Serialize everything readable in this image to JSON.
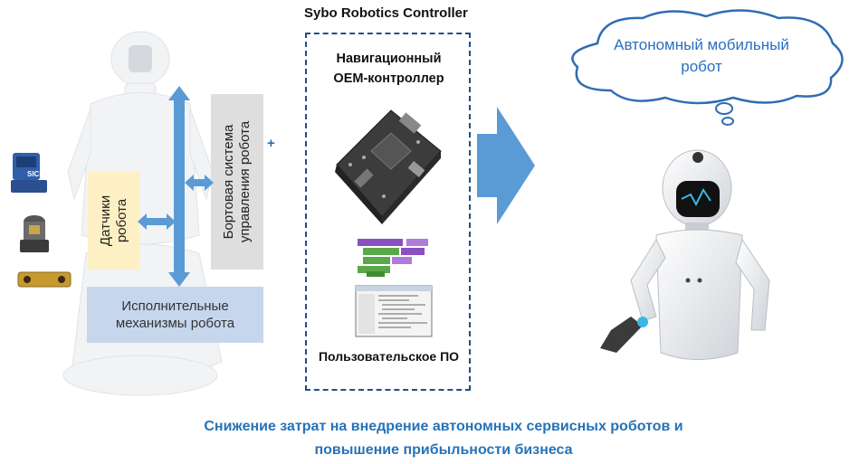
{
  "controller": {
    "title": "Sybo Robotics Controller",
    "nav_line1": "Навигационный",
    "nav_line2": "OEM-контроллер",
    "user_software": "Пользовательское ПО"
  },
  "left": {
    "sensors_line1": "Датчики",
    "sensors_line2": "робота",
    "onboard_line1": "Бортовая система",
    "onboard_line2": "управления робота",
    "actuators_line1": "Исполнительные",
    "actuators_line2": "механизмы робота",
    "plus": "+",
    "sensor_brand": "SICK"
  },
  "cloud": {
    "line1": "Автономный  мобильный",
    "line2": "робот"
  },
  "bottom": {
    "line1": "Снижение затрат на внедрение автономных  сервисных роботов и",
    "line2": "повышение прибыльности бизнеса"
  },
  "colors": {
    "accent_blue": "#5b9bd5",
    "text_blue": "#2673b8",
    "dashed_border": "#1f4f8a",
    "sensors_box": "#fdf0c4",
    "onboard_box": "#dedede",
    "actuators_box": "#c6d6ec"
  },
  "icons": [
    "robot-illustration",
    "lidar-sensor-icon",
    "camera-sensor-icon",
    "depth-camera-icon",
    "circuit-board-icon",
    "code-blocks-icon",
    "code-editor-icon",
    "thought-cloud-icon"
  ]
}
